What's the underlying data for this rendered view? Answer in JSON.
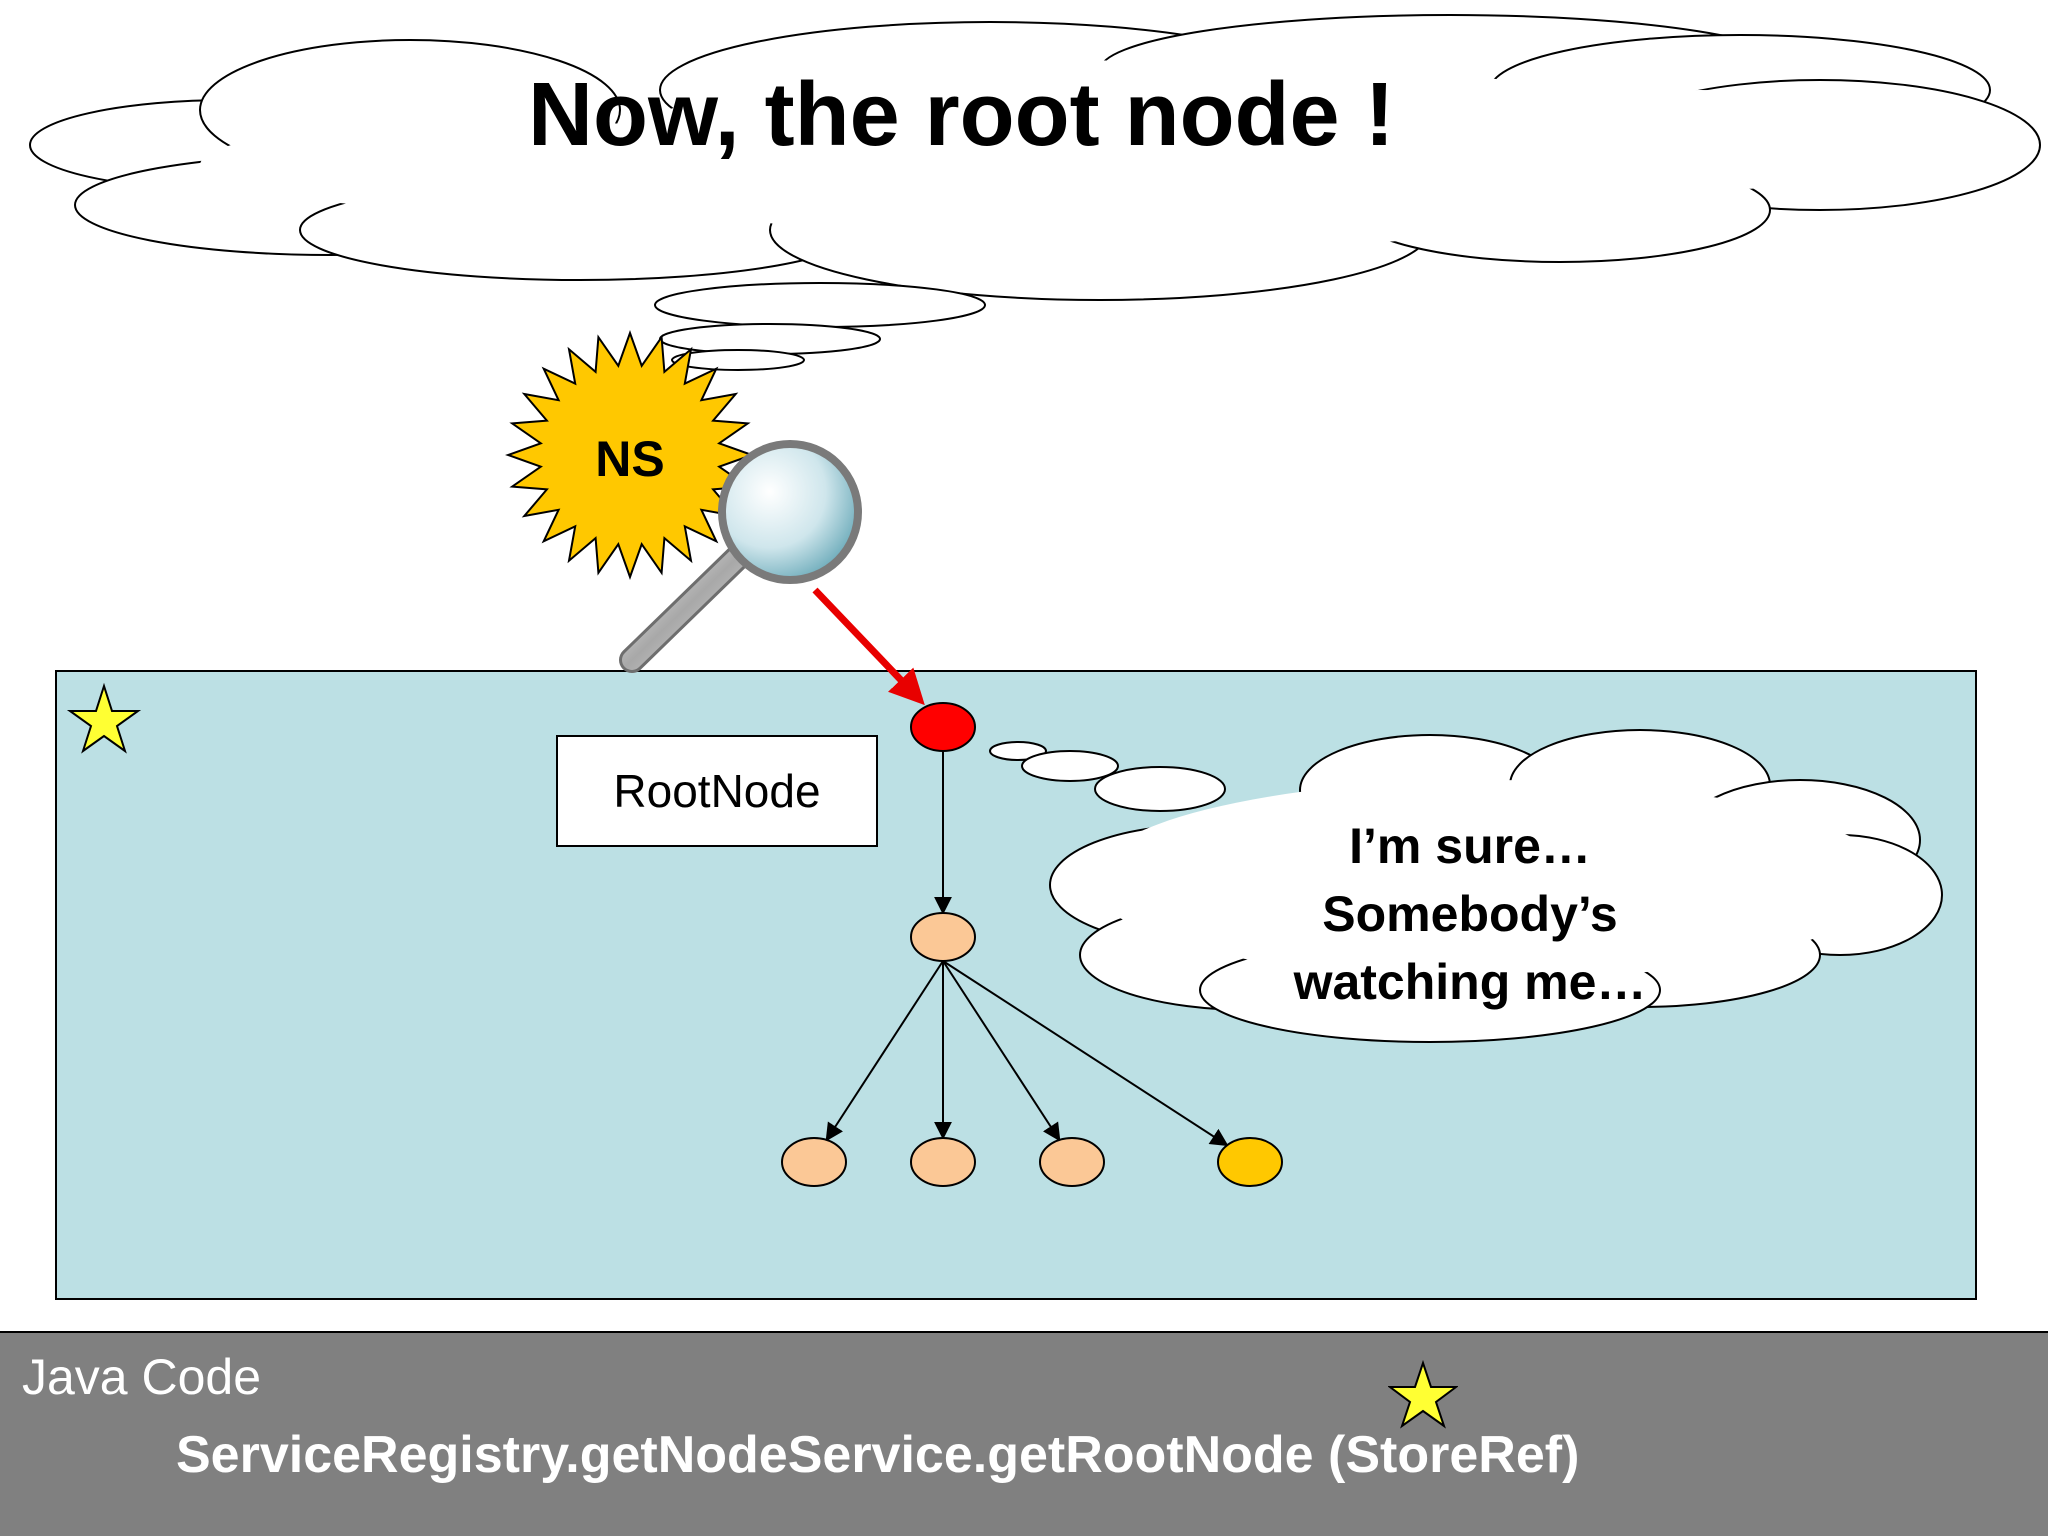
{
  "title": "Now, the root node !",
  "ns_badge": {
    "label": "NS",
    "icon": "starburst-icon",
    "color": "#FFC800"
  },
  "magnifier": {
    "icon": "magnifying-glass-icon"
  },
  "root_node_label": "RootNode",
  "thought_bubble": {
    "lines": [
      "I’m sure…",
      "Somebody’s",
      "watching me…"
    ]
  },
  "colors": {
    "panel": "#BCE0E4",
    "root_node": "#FF0000",
    "child_node": "#FBC896",
    "highlight_node": "#FFC800",
    "arrow_red": "#E80000",
    "code_bar": "#808080",
    "star": "#FFFF33"
  },
  "tree": {
    "root": "root",
    "nodes": [
      {
        "id": "root",
        "kind": "root"
      },
      {
        "id": "child",
        "kind": "child"
      },
      {
        "id": "leaf-1",
        "kind": "child"
      },
      {
        "id": "leaf-2",
        "kind": "child"
      },
      {
        "id": "leaf-3",
        "kind": "child"
      },
      {
        "id": "leaf-4",
        "kind": "highlight"
      }
    ],
    "edges": [
      [
        "root",
        "child"
      ],
      [
        "child",
        "leaf-1"
      ],
      [
        "child",
        "leaf-2"
      ],
      [
        "child",
        "leaf-3"
      ],
      [
        "child",
        "leaf-4"
      ]
    ]
  },
  "code": {
    "label": "Java Code",
    "line": "ServiceRegistry.getNodeService.getRootNode (StoreRef)"
  }
}
